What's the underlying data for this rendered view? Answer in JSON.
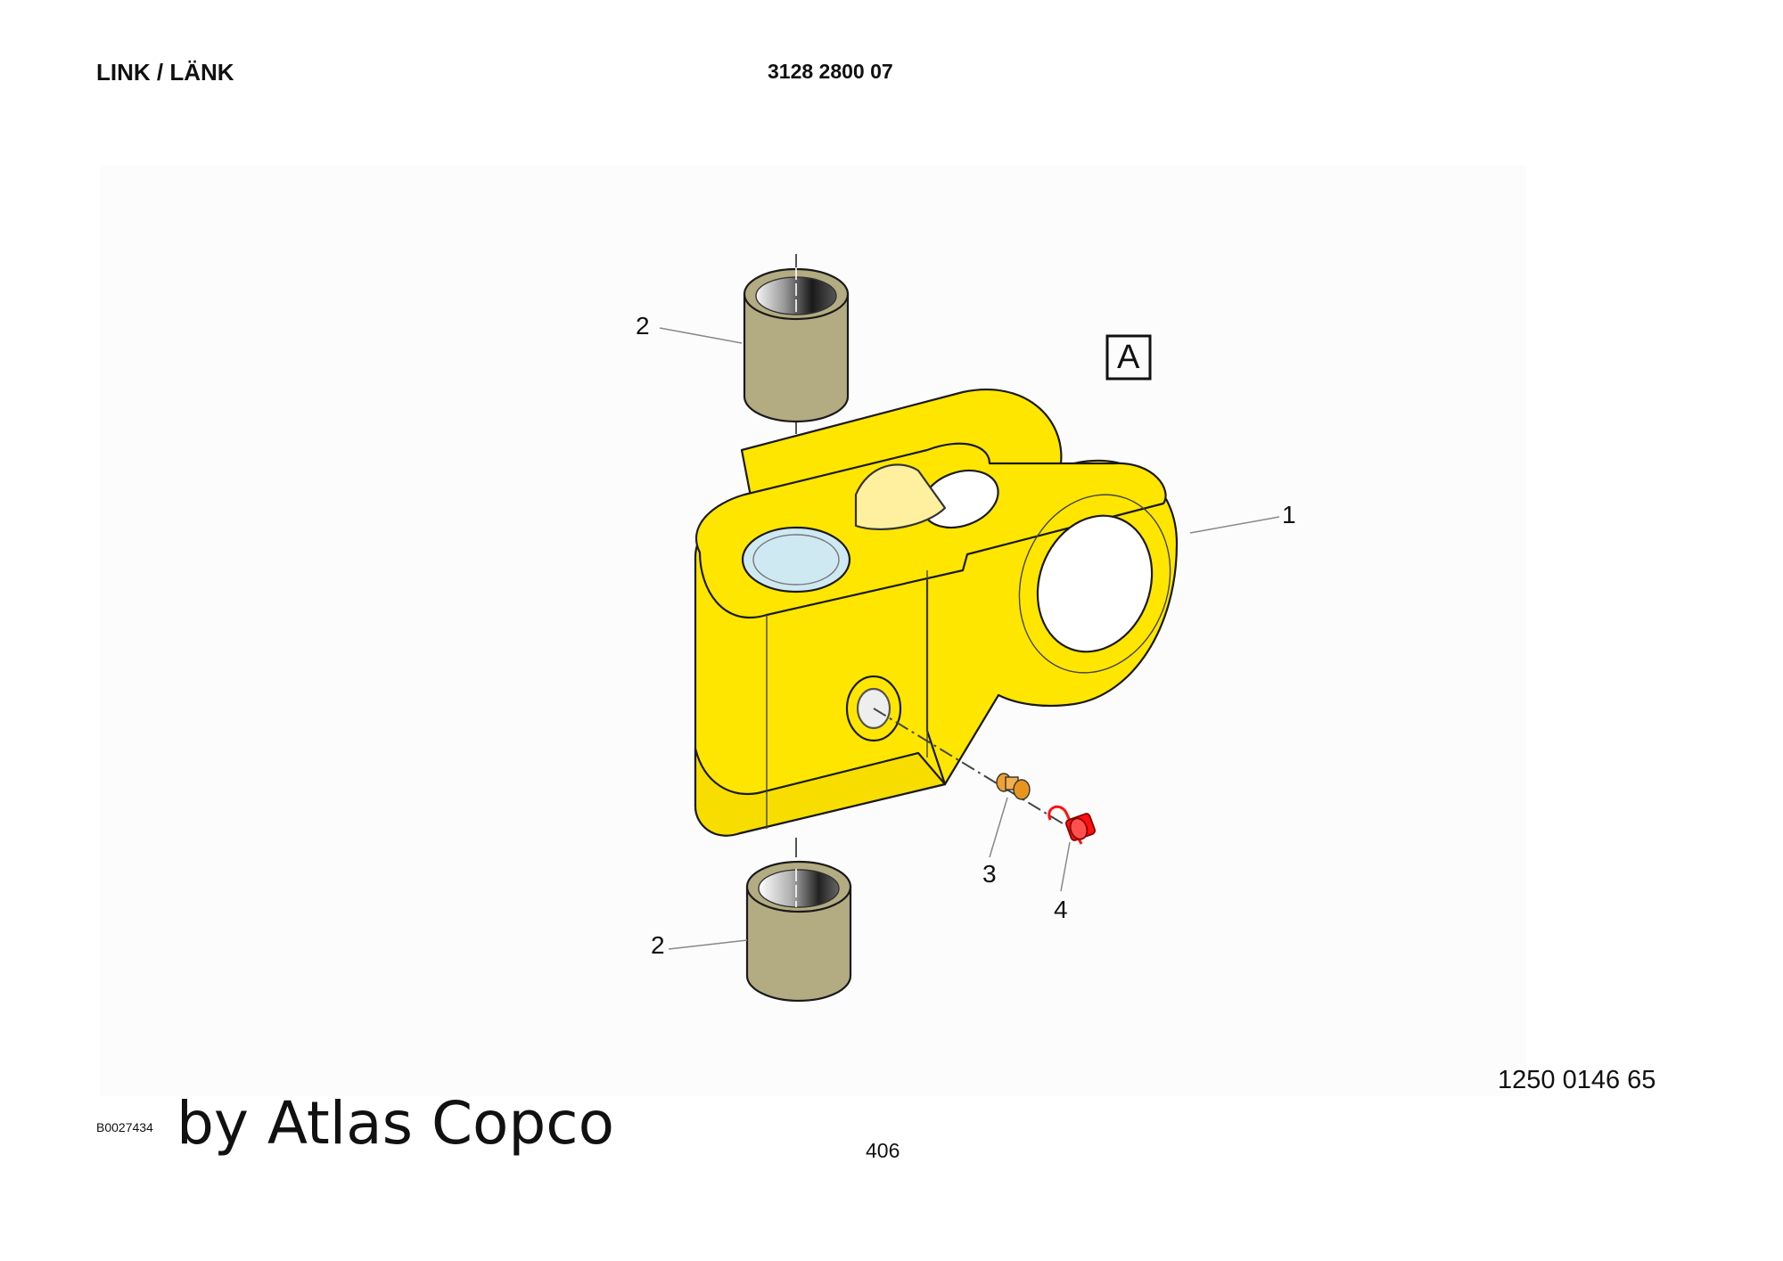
{
  "header": {
    "title": "LINK / LÄNK",
    "document_number": "3128 2800 07"
  },
  "drawing": {
    "view_label": "A",
    "callouts": {
      "link": "1",
      "bushing_top": "2",
      "bushing_bottom": "2",
      "grease_nipple": "3",
      "protective_cap": "4"
    },
    "colors": {
      "link": "#ffe600",
      "bushing": "#b3ac82",
      "nipple": "#f0a030",
      "cap": "#ff1010",
      "bore": "#cfe9f2"
    }
  },
  "footer": {
    "part_number": "1250 0146 65",
    "image_code": "B0027434",
    "brand": "by Atlas Copco",
    "page_number": "406"
  }
}
